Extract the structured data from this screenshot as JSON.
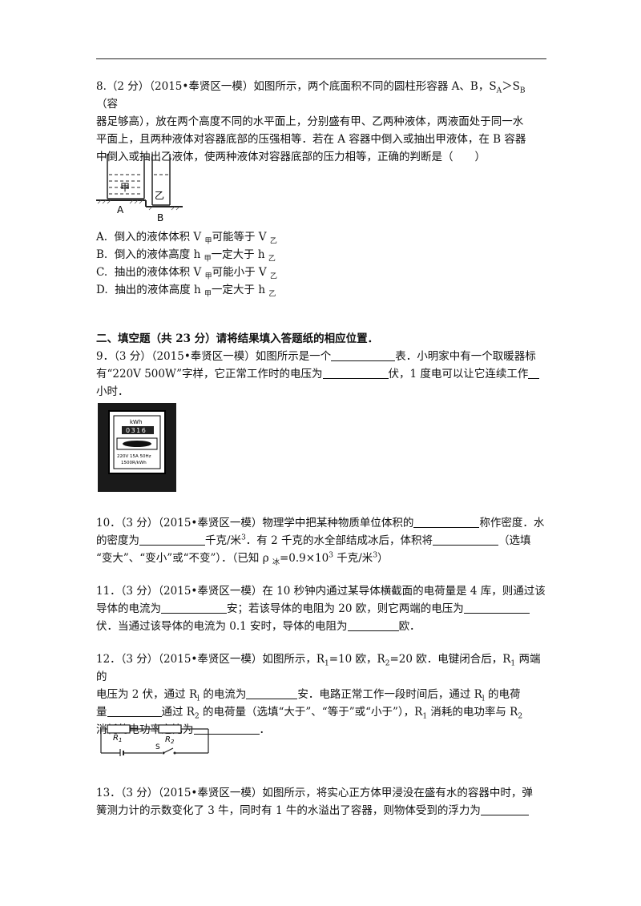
{
  "q8": {
    "num": "8.",
    "score": "（2 分）",
    "src": "（2015•奉贤区一模）",
    "line1_a": "如图所示，两个底面积不同的圆柱形容器 A、B，S",
    "line1_sa": "A",
    "line1_gt": "＞S",
    "line1_sb": "B",
    "line1_end": "（容",
    "line2": "器足够高），放在两个高度不同的水平面上，分别盛有甲、乙两种液体，两液面处于同一水",
    "line3": "平面上，且两种液体对容器底部的压强相等．若在 A 容器中倒入或抽出甲液体，在 B 容器",
    "line4": "中倒入或抽出乙液体，使两种液体对容器底部的压力相等，正确的判断是（　　）",
    "fig": {
      "liquid_a": "甲",
      "liquid_b": "乙",
      "label_a": "A",
      "label_b": "B"
    },
    "options": [
      {
        "key": "A.",
        "text_a": "倒入的液体体积 V ",
        "sub1": "甲",
        "text_b": "可能等于 V ",
        "sub2": "乙"
      },
      {
        "key": "B.",
        "text_a": "倒入的液体高度 h ",
        "sub1": "甲",
        "text_b": "一定大于 h ",
        "sub2": "乙"
      },
      {
        "key": "C.",
        "text_a": "抽出的液体体积 V ",
        "sub1": "甲",
        "text_b": "可能小于 V ",
        "sub2": "乙"
      },
      {
        "key": "D.",
        "text_a": "抽出的液体高度 h ",
        "sub1": "甲",
        "text_b": "一定大于 h ",
        "sub2": "乙"
      }
    ]
  },
  "section2": {
    "title": "二、填空题（共 23 分）请将结果填入答题纸的相应位置．"
  },
  "q9": {
    "l1a": "9．（3 分）（2015•奉贤区一模）如图所示是一个",
    "l1b": "表．小明家中有一个取暖器标",
    "l2a": "有“220V 500W”字样，它正常工作时的电压为",
    "l2b": "伏，1 度电可以让它连续工作",
    "l3": "小时．",
    "meter": {
      "unit": "kWh",
      "digits": "0316",
      "spec": "220V 15A 50Hz",
      "rate": "1500R/kWh"
    }
  },
  "q10": {
    "l1a": "10．（3 分）（2015•奉贤区一模）物理学中把某种物质单位体积的",
    "l1b": "称作密度．水",
    "l2a": "的密度为",
    "l2b": "千克/米",
    "l2sup": "3",
    "l2c": "．有 2 千克的水全部结成冰后，体积将",
    "l2d": "（选填",
    "l3a": "“变大”、“变小”或“不变”）．（已知 ρ ",
    "l3sub": "冰",
    "l3b": "=0.9×10",
    "l3sup": "3",
    "l3c": " 千克/米",
    "l3sup2": "3",
    "l3d": "）"
  },
  "q11": {
    "l1": "11．（3 分）（2015•奉贤区一模）在 10 秒钟内通过某导体横截面的电荷量是 4 库，则通过该",
    "l2a": "导体的电流为",
    "l2b": "安；若该导体的电阻为 20 欧，则它两端的电压为",
    "l3a": "伏．当通过该导体的电流为 0.1 安时，导体的电阻为",
    "l3b": "欧．"
  },
  "q12": {
    "l1a": "12．（3 分）（2015•奉贤区一模）如图所示，R",
    "l1s1": "1",
    "l1b": "=10 欧，R",
    "l1s2": "2",
    "l1c": "=20 欧．电键闭合后，R",
    "l1s3": "1",
    "l1d": " 两端的",
    "l2a": "电压为 2 伏，通过 R",
    "l2s": "l",
    "l2b": " 的电流为",
    "l2c": "安．电路正常工作一段时间后，通过 R",
    "l2s2": "l",
    "l2d": " 的电荷",
    "l3a": "量",
    "l3b": "通过 R",
    "l3s": "2",
    "l3c": " 的电荷量（选填“大于”、“等于”或“小于”），R",
    "l3s2": "1",
    "l3d": " 消耗的电功率与 R",
    "l3s3": "2",
    "l4a": "消耗的电功率之比为",
    "l4b": "．",
    "circuit": {
      "r1": "R",
      "r1s": "1",
      "r2": "R",
      "r2s": "2",
      "s": "S"
    }
  },
  "q13": {
    "l1": "13．（3 分）（2015•奉贤区一模）如图所示，将实心正方体甲浸没在盛有水的容器中时，弹",
    "l2": "簧测力计的示数变化了 3 牛，同时有 1 牛的水溢出了容器，则物体受到的浮力为"
  }
}
